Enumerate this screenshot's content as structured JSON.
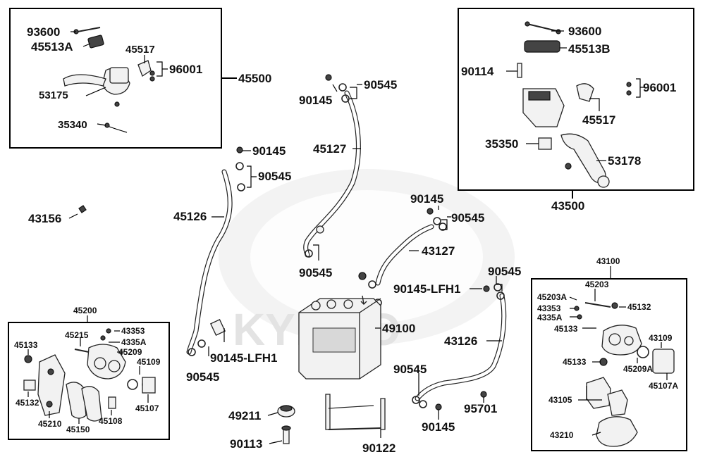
{
  "watermark": {
    "text": "KYMCO"
  },
  "groups": {
    "front_master": {
      "assembly": "45500",
      "parts": [
        "93600",
        "45513A",
        "45517",
        "96001",
        "53175",
        "35340"
      ]
    },
    "rear_master": {
      "assembly": "43500",
      "parts": [
        "93600",
        "45513B",
        "90114",
        "96001",
        "45517",
        "35350",
        "53178"
      ]
    },
    "front_caliper": {
      "assembly": "45200",
      "parts": [
        "45215",
        "43353",
        "4335A",
        "45209",
        "45133",
        "45109",
        "45132",
        "45107",
        "45210",
        "45150",
        "45108"
      ]
    },
    "rear_caliper": {
      "assembly": "43100",
      "parts": [
        "45203",
        "45203A",
        "43353",
        "45132",
        "4335A",
        "45133",
        "43109",
        "45133",
        "45209A",
        "45107A",
        "43105",
        "43210"
      ]
    }
  },
  "labels": {
    "l43156": "43156",
    "l90145a": "90145",
    "l90545a": "90545",
    "l45126": "45126",
    "l90145b": "90145",
    "l90545b": "90545",
    "l45127": "45127",
    "l90545c": "90545",
    "l90145c": "90145",
    "l90545d": "90545",
    "l43127": "43127",
    "l90545e": "90545",
    "l90145lfh1a": "90145-LFH1",
    "l49100": "49100",
    "l43126": "43126",
    "l90145lfh1b": "90145-LFH1",
    "l90545f": "90545",
    "l90545g": "90545",
    "l95701": "95701",
    "l90145d": "90145",
    "l49211": "49211",
    "l90113": "90113",
    "l90122": "90122"
  }
}
